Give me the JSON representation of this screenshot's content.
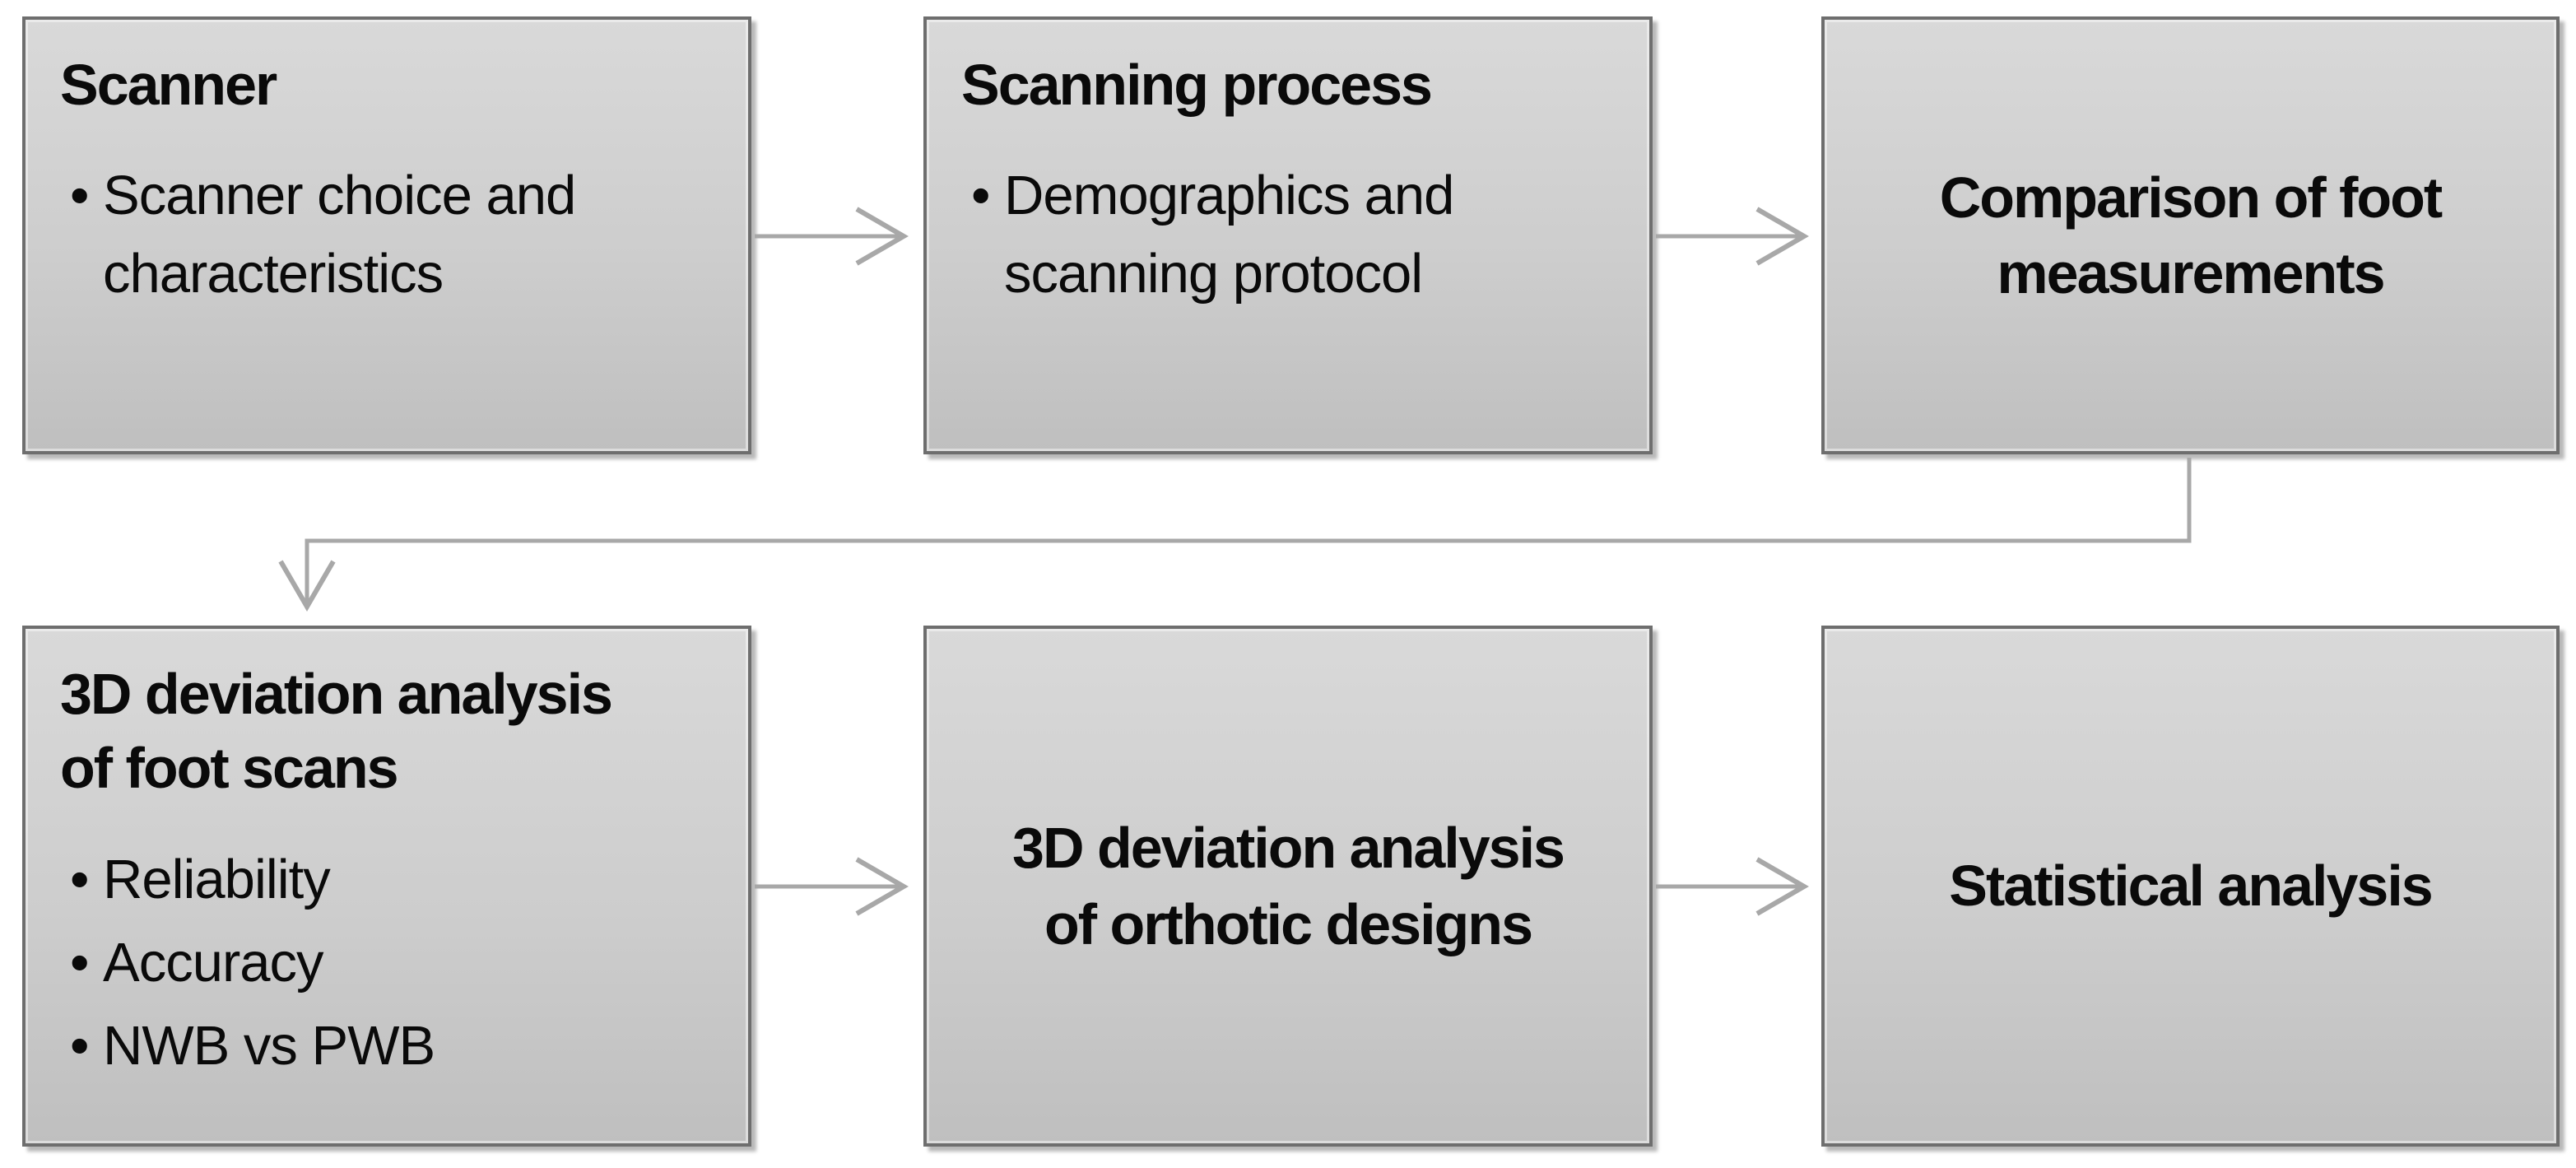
{
  "colors": {
    "page-bg": "#ffffff",
    "box-fill-top": "#d9d9d9",
    "box-fill-mid": "#cdcdcd",
    "box-fill-bottom": "#bfbfbf",
    "box-border": "#6e6e6e",
    "arrow": "#a8a8a8",
    "text": "#0a0a0a"
  },
  "bullet_glyph": "•",
  "boxes": [
    {
      "title": "Scanner",
      "bullets": [
        [
          "Scanner choice and",
          "characteristics"
        ]
      ]
    },
    {
      "title": "Scanning process",
      "bullets": [
        [
          "Demographics and",
          "scanning protocol"
        ]
      ]
    },
    {
      "title": [
        "Comparison of foot",
        "measurements"
      ],
      "bullets": []
    },
    {
      "title": [
        "3D deviation analysis",
        "of foot scans"
      ],
      "bullets": [
        "Reliability",
        "Accuracy",
        "NWB vs PWB"
      ]
    },
    {
      "title": [
        "3D deviation analysis",
        "of orthotic designs"
      ],
      "bullets": []
    },
    {
      "title": "Statistical analysis",
      "bullets": []
    }
  ]
}
